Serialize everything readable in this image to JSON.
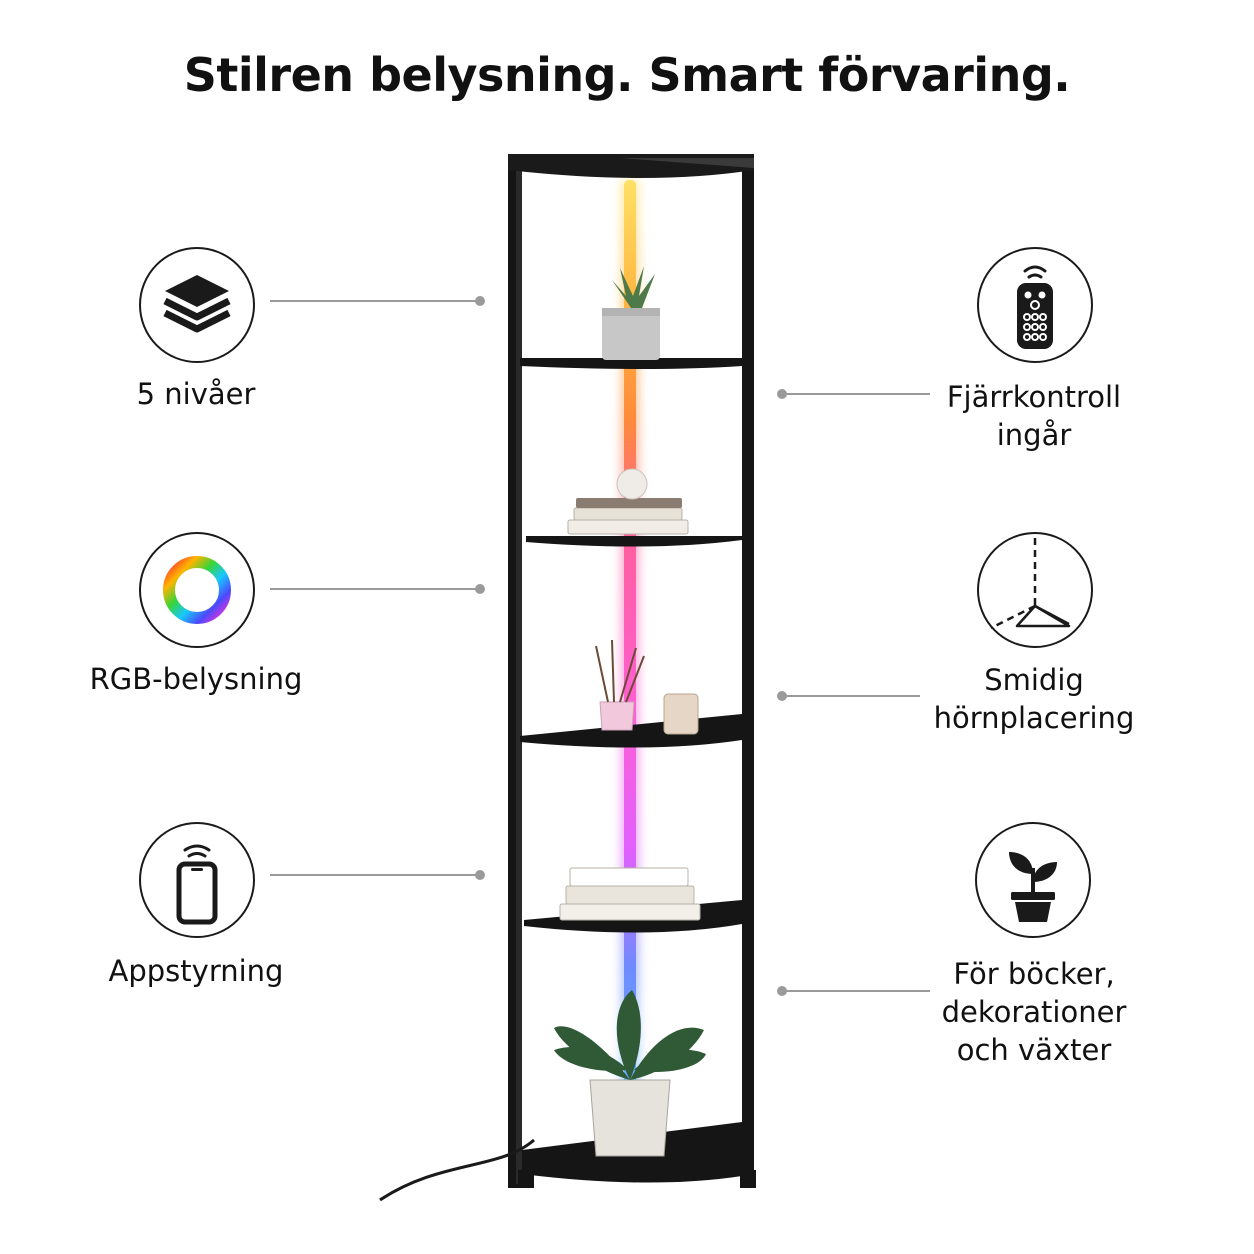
{
  "page": {
    "title": "Stilren belysning. Smart förvaring."
  },
  "features": {
    "levels": {
      "label": "5 nivåer",
      "icon": "layers-icon"
    },
    "rgb": {
      "label": "RGB-belysning",
      "icon": "color-ring-icon"
    },
    "app": {
      "label": "Appstyrning",
      "icon": "smartphone-icon"
    },
    "remote": {
      "label_line1": "Fjärrkontroll",
      "label_line2": "ingår",
      "icon": "remote-control-icon"
    },
    "corner": {
      "label_line1": "Smidig",
      "label_line2": "hörnplacering",
      "icon": "corner-icon"
    },
    "storage": {
      "label_line1": "För böcker,",
      "label_line2": "dekorationer",
      "label_line3": "och växter",
      "icon": "potted-plant-icon"
    }
  },
  "colors": {
    "text": "#111111",
    "frame": "#151515",
    "connector": "#9a9a9a",
    "led_yellow": "#ffd23c",
    "led_pink": "#ff5fd2",
    "led_blue": "#5fb4ff"
  }
}
